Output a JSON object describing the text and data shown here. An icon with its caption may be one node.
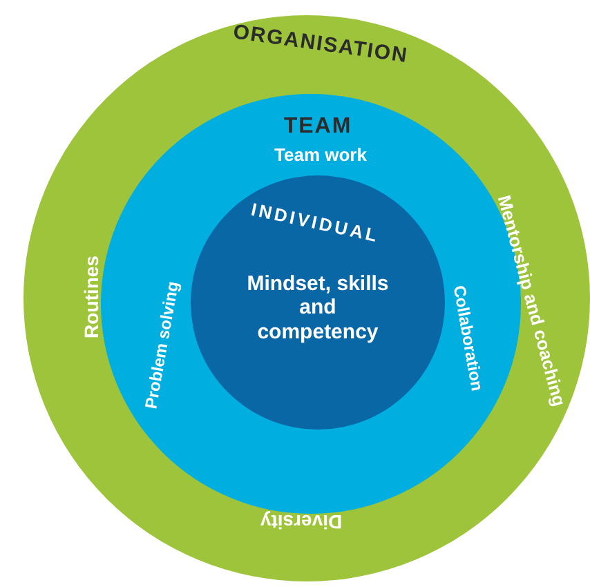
{
  "diagram": {
    "nodes": [
      {
        "text": [
          "ORGANISATION",
          "Routines",
          "Mentorship and coaching",
          "Diversity"
        ]
      },
      {
        "text": [
          "TEAM",
          "Team work",
          "Problem solving",
          "Collaboration"
        ],
        "in": 0
      },
      {
        "text": [
          "INDIVIDUAL",
          "Mindset, skills and competency"
        ],
        "in": 1
      }
    ]
  }
}
